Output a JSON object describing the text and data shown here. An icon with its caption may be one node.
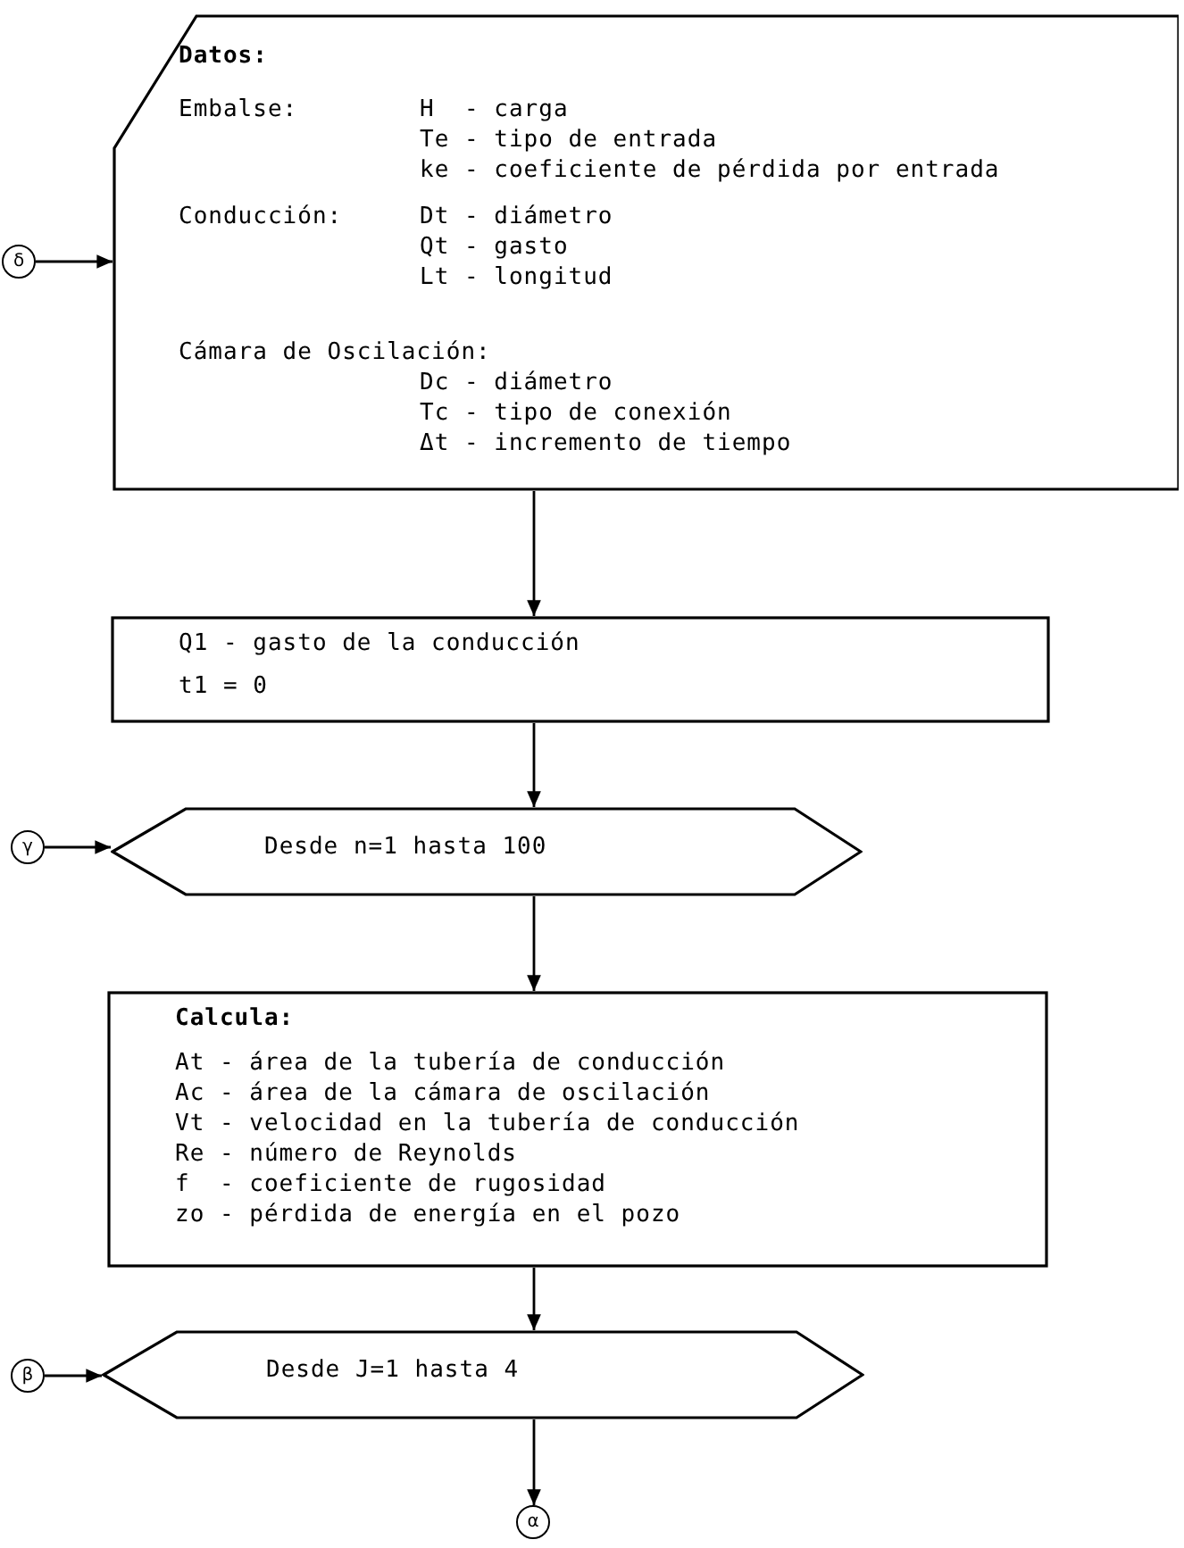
{
  "diagram": {
    "nodes": [
      {
        "text": [
          "Datos:",
          "Embalse:",
          "H  - carga",
          "Te - tipo de entrada",
          "ke - coeficiente de pérdida por entrada",
          "Conducción:",
          "Dt - diámetro",
          "Qt - gasto",
          "Lt - longitud",
          "Cámara de Oscilación:",
          "Dc - diámetro",
          "Tc - tipo de conexión",
          "Δt - incremento de tiempo"
        ]
      },
      {
        "text": [
          "δ"
        ]
      },
      {
        "text": [
          "Q1 - gasto de la conducción",
          "t1 = 0"
        ]
      },
      {
        "text": [
          "γ"
        ]
      },
      {
        "text": [
          "Desde n=1 hasta 100"
        ]
      },
      {
        "text": [
          "Calcula:",
          "At - área de la tubería de conducción",
          "Ac - área de la cámara de oscilación",
          "Vt - velocidad en la tubería de conducción",
          "Re - número de Reynolds",
          "f  - coeficiente de rugosidad",
          "zo - pérdida de energía en el pozo"
        ]
      },
      {
        "text": [
          "β"
        ]
      },
      {
        "text": [
          "Desde J=1 hasta 4"
        ]
      },
      {
        "text": [
          "α"
        ]
      }
    ],
    "edges": [
      {
        "from": 1,
        "to": 0,
        "arrow": "to"
      },
      {
        "from": 0,
        "to": 2,
        "arrow": "to"
      },
      {
        "from": 2,
        "to": 4,
        "arrow": "to"
      },
      {
        "from": 3,
        "to": 4,
        "arrow": "to"
      },
      {
        "from": 4,
        "to": 5,
        "arrow": "to"
      },
      {
        "from": 5,
        "to": 7,
        "arrow": "to"
      },
      {
        "from": 6,
        "to": 7,
        "arrow": "to"
      },
      {
        "from": 7,
        "to": 8,
        "arrow": "to"
      }
    ]
  }
}
